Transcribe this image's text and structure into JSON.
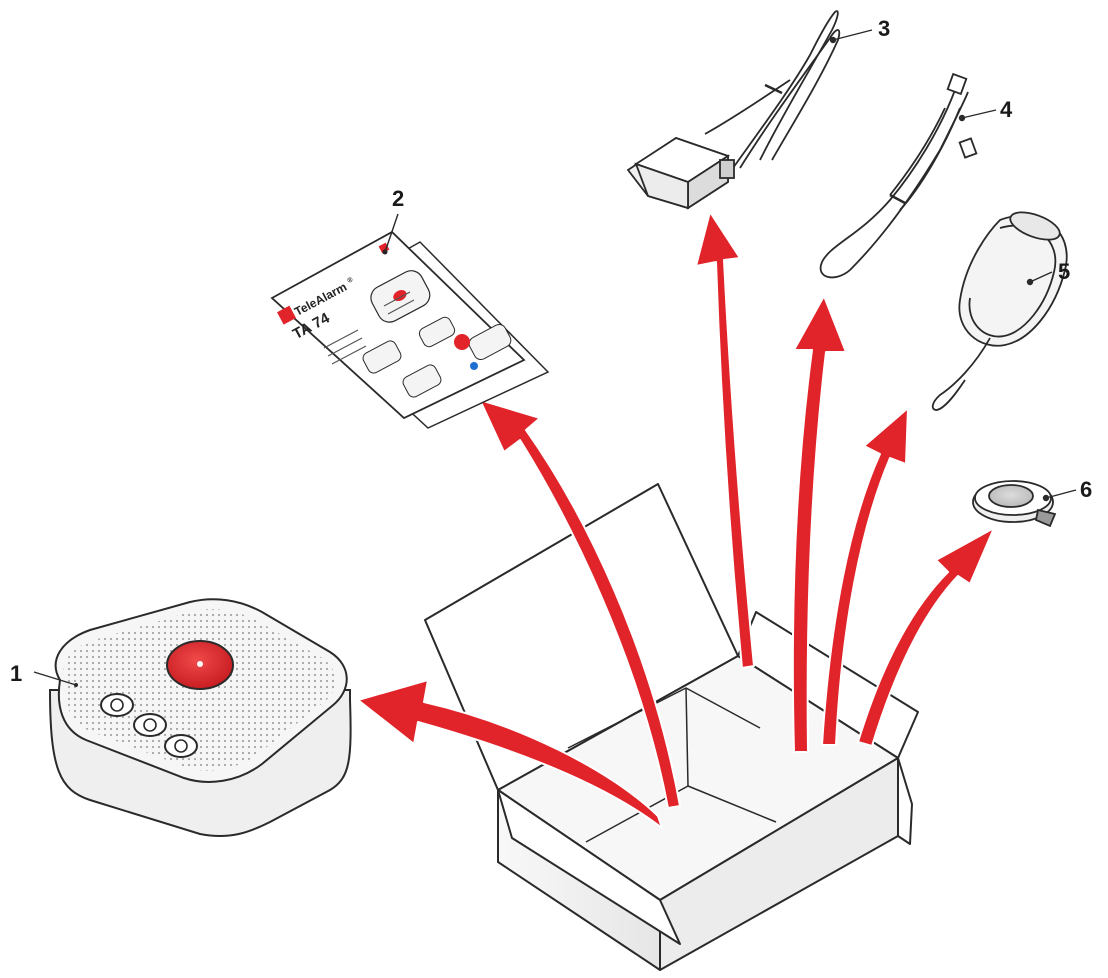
{
  "callouts": {
    "n1": "1",
    "n2": "2",
    "n3": "3",
    "n4": "4",
    "n5": "5",
    "n6": "6"
  },
  "manual": {
    "brand": "TeleAlarm",
    "registered": "®",
    "model": "TA 74"
  },
  "colors": {
    "arrow": "#e1232a",
    "alarm_button": "#e1232a",
    "outline": "#2a2a2a",
    "box_fill": "#f4f4f4",
    "device_fill": "#f2f2f2",
    "accent_blue": "#1f6fd1"
  },
  "icons": {
    "base_unit": "telealarm-base-unit-icon",
    "manual": "user-manual-icon",
    "power_adapter": "power-adapter-icon",
    "phone_cable": "telephone-cable-icon",
    "neck_cord": "neck-cord-icon",
    "pendant": "alarm-pendant-icon",
    "box": "open-box-icon"
  }
}
